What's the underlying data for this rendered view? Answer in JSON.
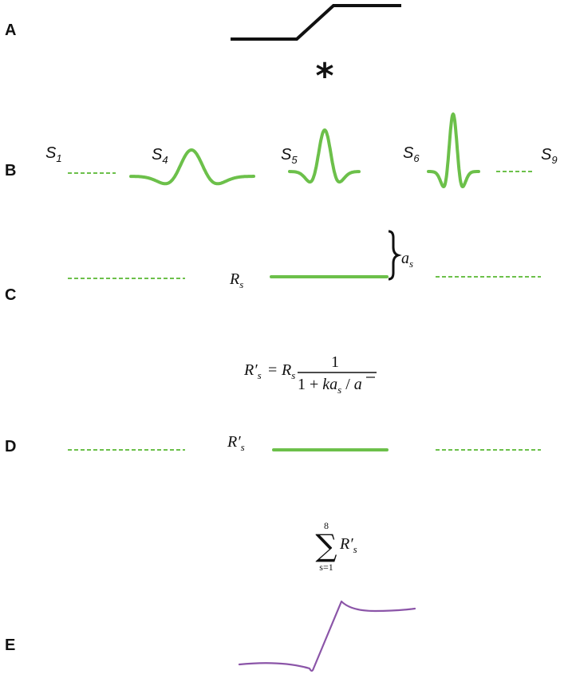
{
  "panels": {
    "a": "A",
    "b": "B",
    "c": "C",
    "d": "D",
    "e": "E"
  },
  "convolution": {
    "symbol": "*"
  },
  "scales": {
    "letter": "S",
    "s1": "1",
    "s4": "4",
    "s5": "5",
    "s6": "6",
    "s9": "9"
  },
  "response": {
    "letter": "R",
    "sub": "s",
    "prime": "′",
    "amplitude_letter": "a",
    "amplitude_sub": "s"
  },
  "normalization": {
    "lhs": "R′",
    "lhs_sub": "s",
    "equals": "=",
    "r": "R",
    "r_sub": "s",
    "numerator": "1",
    "denominator_prefix": "1 + ",
    "k": "k",
    "a": "a",
    "a_sub": "s",
    "slash": " / ",
    "a_bar": "a"
  },
  "summation": {
    "sigma": "∑",
    "upper": "8",
    "lower": "s=1",
    "term": "R′",
    "term_sub": "s"
  },
  "colors": {
    "green": "#6cc04a",
    "purple": "#8b55a8",
    "black": "#111111"
  }
}
